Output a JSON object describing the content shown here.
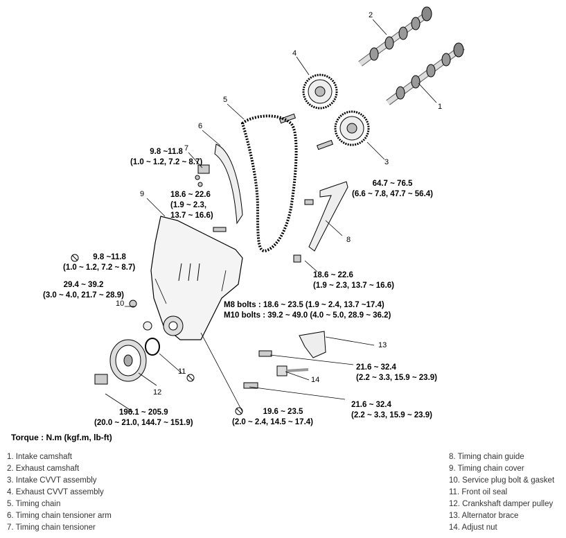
{
  "callouts": {
    "n1": "1",
    "n2": "2",
    "n3": "3",
    "n4": "4",
    "n5": "5",
    "n6": "6",
    "n7": "7",
    "n8": "8",
    "n9": "9",
    "n10": "10",
    "n11": "11",
    "n12": "12",
    "n13": "13",
    "n14": "14"
  },
  "torques": {
    "t1": [
      "9.8 ~11.8",
      "(1.0 ~ 1.2, 7.2 ~ 8.7)"
    ],
    "t2": [
      "18.6 ~ 22.6",
      "(1.9 ~ 2.3,",
      "13.7 ~ 16.6)"
    ],
    "t3": [
      "64.7 ~ 76.5",
      "(6.6 ~ 7.8, 47.7 ~ 56.4)"
    ],
    "t4": [
      "18.6 ~ 22.6",
      "(1.9 ~ 2.3, 13.7 ~ 16.6)"
    ],
    "t5": [
      "9.8 ~11.8",
      "(1.0 ~ 1.2, 7.2 ~ 8.7)"
    ],
    "t6": [
      "29.4 ~ 39.2",
      "(3.0 ~ 4.0, 21.7 ~ 28.9)"
    ],
    "t7": [
      "M8 bolts : 18.6 ~ 23.5 (1.9 ~ 2.4, 13.7 ~17.4)",
      "M10 bolts : 39.2 ~ 49.0 (4.0 ~ 5.0, 28.9 ~ 36.2)"
    ],
    "t8": [
      "21.6 ~ 32.4",
      "(2.2 ~ 3.3, 15.9 ~ 23.9)"
    ],
    "t9": [
      "21.6 ~ 32.4",
      "(2.2 ~ 3.3, 15.9 ~ 23.9)"
    ],
    "t10": [
      "196.1 ~ 205.9",
      "(20.0 ~ 21.0, 144.7 ~ 151.9)"
    ],
    "t11": [
      "19.6 ~ 23.5",
      "(2.0 ~ 2.4, 14.5 ~ 17.4)"
    ]
  },
  "torque_unit": "Torque : N.m (kgf.m, lb-ft)",
  "legend_left": [
    "1. Intake camshaft",
    "2. Exhaust camshaft",
    "3. Intake CVVT assembly",
    "4. Exhaust CVVT assembly",
    "5. Timing chain",
    "6. Timing chain tensioner arm",
    "7. Timing chain tensioner"
  ],
  "legend_right": [
    "8. Timing chain guide",
    "9. Timing chain cover",
    "10. Service plug bolt & gasket",
    "11. Front oil seal",
    "12. Crankshaft damper pulley",
    "13. Alternator brace",
    "14. Adjust nut"
  ]
}
